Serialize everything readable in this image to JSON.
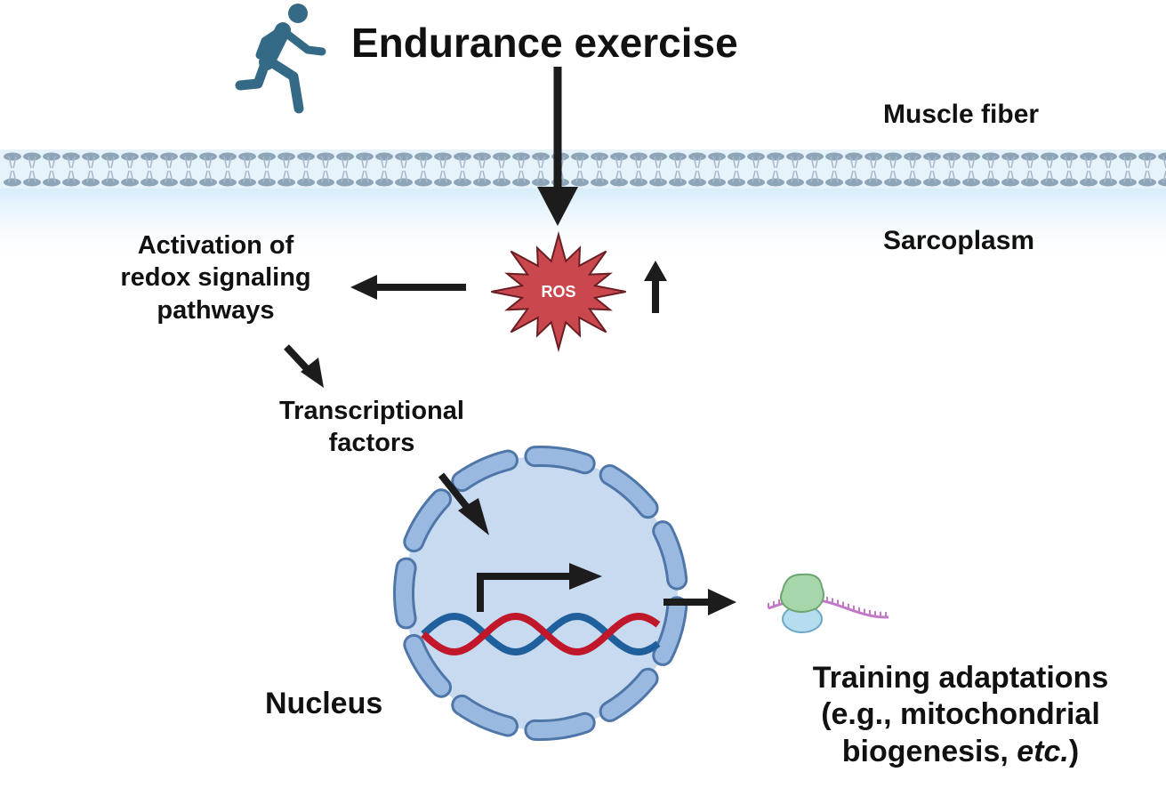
{
  "title": "Endurance exercise",
  "labels": {
    "muscle_fiber": "Muscle fiber",
    "sarcoplasm": "Sarcoplasm",
    "redox_line1": "Activation of",
    "redox_line2": "redox signaling",
    "redox_line3": "pathways",
    "tf_line1": "Transcriptional",
    "tf_line2": "factors",
    "ros": "ROS",
    "nucleus": "Nucleus",
    "adapt_line1": "Training adaptations",
    "adapt_line2": "(e.g., mitochondrial",
    "adapt_line3_a": "biogenesis, ",
    "adapt_line3_b": "etc.",
    "adapt_line3_c": ")"
  },
  "colors": {
    "membrane": "#8ea4b8",
    "sarcoplasm_gradient": "#d9eefb",
    "ros_fill": "#c9474d",
    "nucleus_fill": "#c8daf0",
    "nucleus_envelope": "#8fb0da",
    "dna_red": "#c0182a",
    "dna_blue": "#1f5f9b",
    "runner": "#356a87",
    "ribosome_green": "#a6d6a9",
    "ribosome_blue": "#b6dcf0",
    "mrna": "#c27ac8",
    "arrow": "#1c1c1c"
  },
  "icons": [
    "runner-icon",
    "ros-burst-icon",
    "ribosome-icon",
    "dna-helix-icon"
  ]
}
